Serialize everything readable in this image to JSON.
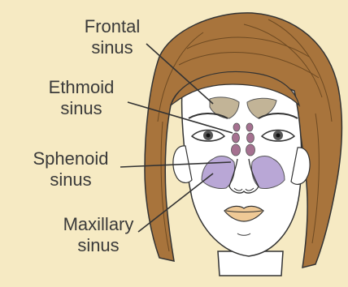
{
  "labels": {
    "frontal": [
      "Frontal",
      "sinus"
    ],
    "ethmoid": [
      "Ethmoid",
      "sinus"
    ],
    "sphenoid": [
      "Sphenoid",
      "sinus"
    ],
    "maxillary": [
      "Maxillary",
      "sinus"
    ]
  },
  "colors": {
    "background": "#f6eac3",
    "hair": "#a8743c",
    "skin": "#ffffff",
    "frontal_sinus": "#c2b497",
    "ethmoid_sinus": "#a57190",
    "maxillary_sinus": "#b9a7d6",
    "lips": "#efc996",
    "line": "#333333",
    "text": "#3a3a3a"
  },
  "icons": {
    "illustration": "face-sinus-anatomy"
  }
}
